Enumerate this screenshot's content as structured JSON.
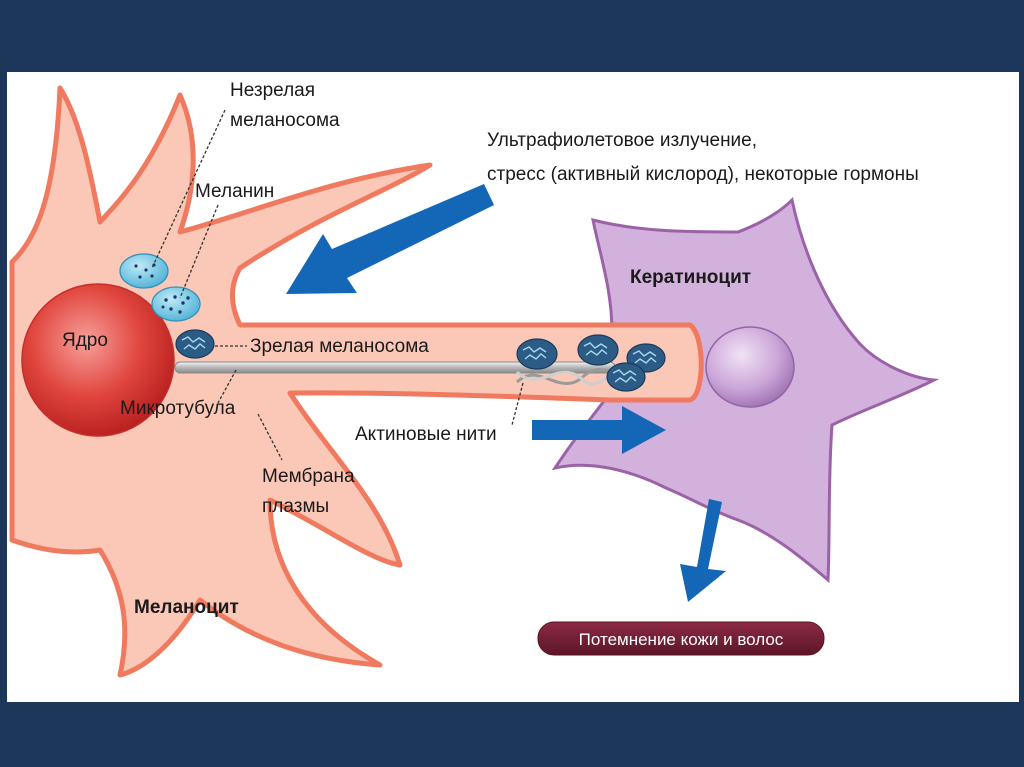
{
  "colors": {
    "background": "#1c375a",
    "panel": "#ffffff",
    "melanocyte_fill": "#fbc7b6",
    "melanocyte_stroke": "#f07a5f",
    "nucleus": "#d93a34",
    "keratinocyte_fill": "#d2b1dc",
    "keratinocyte_stroke": "#9b62a8",
    "arrow": "#1467b7",
    "result_box": "#7a2238"
  },
  "labels": {
    "immature_melanosome": [
      "Незрелая",
      "меланосома"
    ],
    "melanin": "Меланин",
    "stimuli": [
      "Ультрафиолетовое излучение,",
      "стресс (активный кислород), некоторые гормоны"
    ],
    "keratinocyte": "Кератиноцит",
    "nucleus": "Ядро",
    "mature_melanosome": "Зрелая меланосома",
    "microtubule": "Микротубула",
    "actin_filaments": "Актиновые нити",
    "plasma_membrane": [
      "Мембрана",
      "плазмы"
    ],
    "melanocyte": "Меланоцит",
    "result": "Потемнение кожи и волос"
  }
}
